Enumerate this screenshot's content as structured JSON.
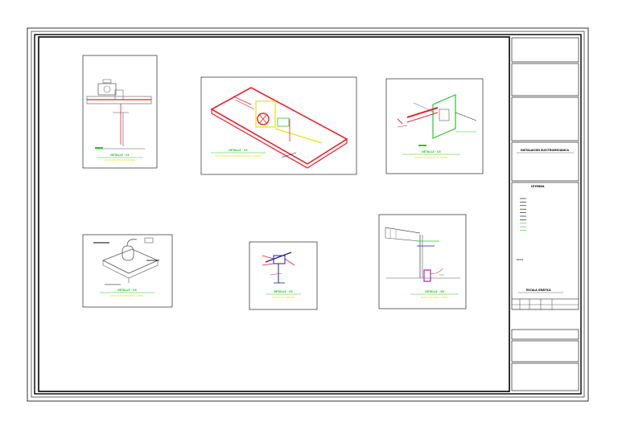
{
  "details": [
    {
      "title": "DETALLE - 01",
      "caption": "UBICACION DE ELECTROBOMBA"
    },
    {
      "title": "DETALLE - 02",
      "caption": "VISTA ISOMETRICA DE INSTALACION DE TABLERO"
    },
    {
      "title": "DETALLE - 03",
      "caption": "DETALLE DE MONTAJE DE TABLERO"
    },
    {
      "title": "DETALLE - 04",
      "caption": "DETALLE DE SOPORTE DE TUBERIA"
    },
    {
      "title": "DETALLE - 05",
      "caption": "DETALLE DE CONEXION"
    },
    {
      "title": "DETALLE - 06",
      "caption": "DETALLE DE POZO A TIERRA"
    }
  ],
  "title_block": {
    "project_title": "INSTALACIÓN ELECTROMECÁNICA",
    "legend_title": "LEYENDA",
    "legend_items": [
      "",
      "",
      "",
      "",
      "",
      "",
      "",
      "",
      "",
      ""
    ],
    "notes_title": "NOTAS",
    "notes": [
      "",
      "",
      "",
      ""
    ],
    "scale_label": "ESCALA GRÁFICA"
  },
  "colors": {
    "pipe": "#e8202a",
    "caption": "#e8e400",
    "title": "#28c828",
    "support": "#1f1f9a",
    "frame": "#000000"
  }
}
